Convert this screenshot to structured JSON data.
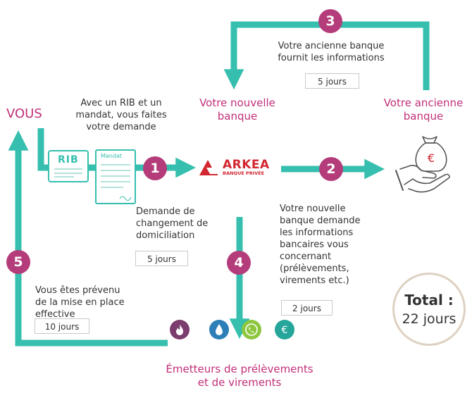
{
  "colors": {
    "teal": "#36bfae",
    "purple": "#b43c7a",
    "pink_text": "#c12f79",
    "emitter_purple": "#7a3d6e",
    "emitter_blue": "#2d7fb8",
    "emitter_green": "#8dc63f",
    "emitter_teal": "#26a69a"
  },
  "actors": {
    "vous": "VOUS",
    "new_bank": [
      "Votre nouvelle",
      "banque"
    ],
    "old_bank": [
      "Votre ancienne",
      "banque"
    ],
    "emitters": [
      "Émetteurs de prélèvements",
      "et de virements"
    ]
  },
  "bank_logo": {
    "name": "ARKEA",
    "subtitle": "BANQUE PRIVÉE"
  },
  "documents": {
    "rib": "RIB",
    "mandat": "Mandat"
  },
  "steps": [
    {
      "number": "1",
      "text": [
        "Demande de",
        "changement de",
        "domiciliation"
      ],
      "duration": "5 jours"
    },
    {
      "number": "2",
      "text": [
        "Votre nouvelle",
        "banque demande",
        "les informations",
        "bancaires vous",
        "concernant",
        "(prélèvements,",
        "virements etc.)"
      ],
      "duration": "2 jours"
    },
    {
      "number": "3",
      "text": [
        "Votre ancienne banque",
        "fournit les informations"
      ],
      "duration": "5 jours"
    },
    {
      "number": "4",
      "text": [],
      "duration": ""
    },
    {
      "number": "5",
      "text": [
        "Vous êtes prévenu",
        "de la mise en place",
        "effective"
      ],
      "duration": "10 jours"
    }
  ],
  "intro_text": [
    "Avec un RIB et un",
    "mandat, vous faites",
    "votre demande"
  ],
  "total": {
    "label": "Total :",
    "value": "22 jours"
  },
  "icons": {
    "money_hand": "money-bag-hand-icon",
    "emitter_icons": [
      "flame-icon",
      "water-drop-icon",
      "phone-icon",
      "euro-icon"
    ]
  }
}
